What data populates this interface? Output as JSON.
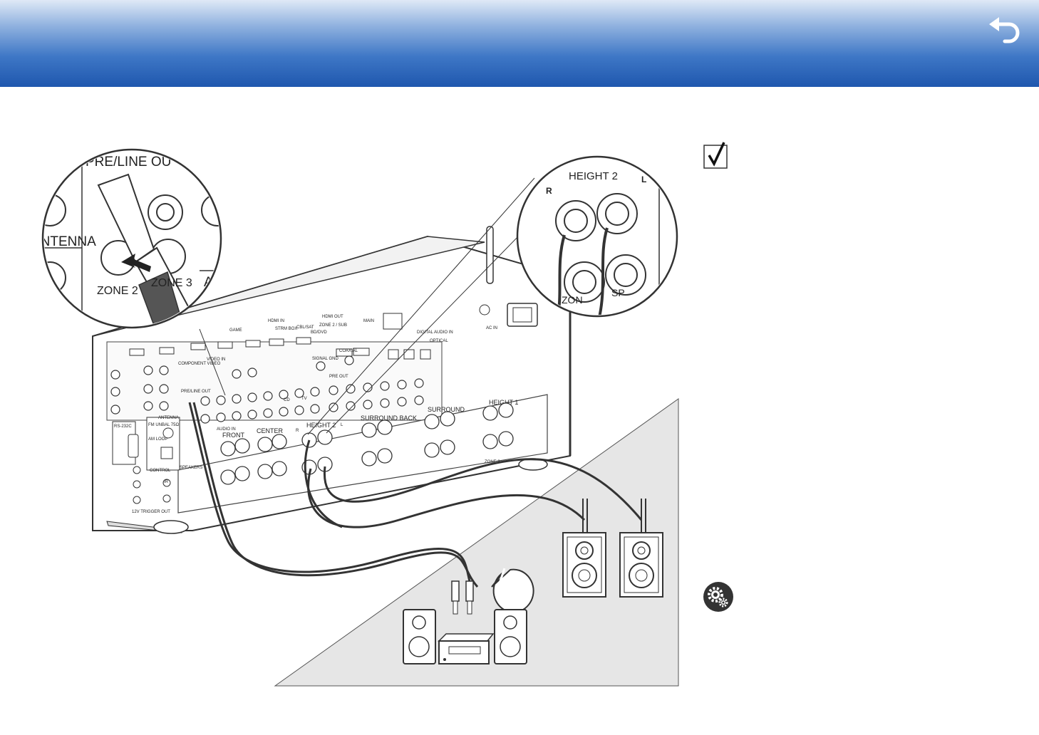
{
  "header": {
    "back_icon": "back-arrow-icon"
  },
  "diagram": {
    "zoom_left": {
      "pre_line_out": "PRE/LINE OU",
      "antenna": "ANTENNA",
      "zone2": "ZONE 2",
      "zone3": "ZONE 3",
      "aux": "AU"
    },
    "zoom_right": {
      "height2": "HEIGHT 2",
      "r": "R",
      "l": "L",
      "zone": "ZON",
      "sp": "SP"
    },
    "receiver": {
      "hdmi_in": "HDMI IN",
      "hdmi_out": "HDMI OUT",
      "main": "MAIN",
      "sub": "ZONE 2 / SUB",
      "digital_audio_in": "DIGITAL AUDIO IN",
      "coaxial": "COAXIAL",
      "optical": "OPTICAL",
      "component_video": "COMPONENT VIDEO",
      "video_in": "VIDEO IN",
      "pre_line_out": "PRE/LINE OUT",
      "pre_out": "PRE OUT",
      "audio_in": "AUDIO IN",
      "antenna": "ANTENNA",
      "control": "CONTROL",
      "rs232c": "RS-232C",
      "trigger": "12V TRIGGER OUT",
      "ir": "IR",
      "ac_in": "AC IN",
      "signal_gnd": "SIGNAL GND",
      "speakers": "SPEAKERS",
      "front": "FRONT",
      "center": "CENTER",
      "height2": "HEIGHT 2",
      "surround_back": "SURROUND BACK",
      "surround": "SURROUND",
      "height1": "HEIGHT 1",
      "zone3": "ZONE 3",
      "r": "R",
      "l": "L",
      "game": "GAME",
      "strm_box": "STRM BOX",
      "cbl_sat": "CBL/SAT",
      "bd_dvd": "BD/DVD",
      "tv": "TV",
      "cd": "CD",
      "am_loop": "AM LOOP",
      "fm_unbal": "FM UNBAL 75Ω"
    }
  },
  "side": {
    "check_icon": "checkbox-check-icon",
    "gear_icon": "gear-icon"
  }
}
